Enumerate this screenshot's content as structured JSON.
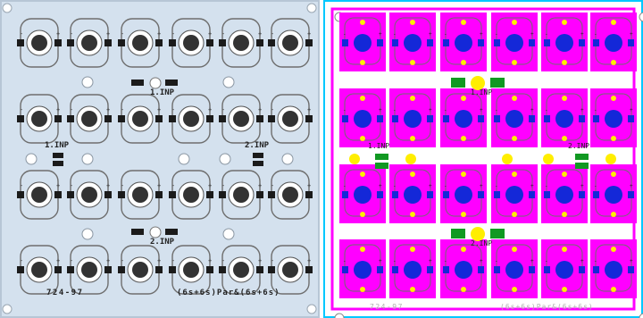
{
  "boards": {
    "left": {
      "part_number": "724-97",
      "config": "(6s+6s)Par&(6s+6s)",
      "inputs": [
        "1.INP",
        "1.INP",
        "2.INP",
        "2.INP"
      ]
    },
    "right": {
      "part_number": "724-97",
      "config": "(6s+6s)Par&(6s+6s)",
      "inputs": [
        "1.INP",
        "1.INP",
        "2.INP",
        "2.INP"
      ]
    }
  },
  "led_grid": {
    "rows": 4,
    "cols": 6
  },
  "polarity": {
    "minus": "-",
    "plus": "+"
  },
  "colors": {
    "board": "#d4e1ee",
    "board_edge": "#b7c6d6",
    "copper": "#ff00ff",
    "pad": "#1428d8",
    "via": "#ffee00",
    "connector": "#119922",
    "outline": "#6e6e6e",
    "frame": "#00c8ff"
  }
}
